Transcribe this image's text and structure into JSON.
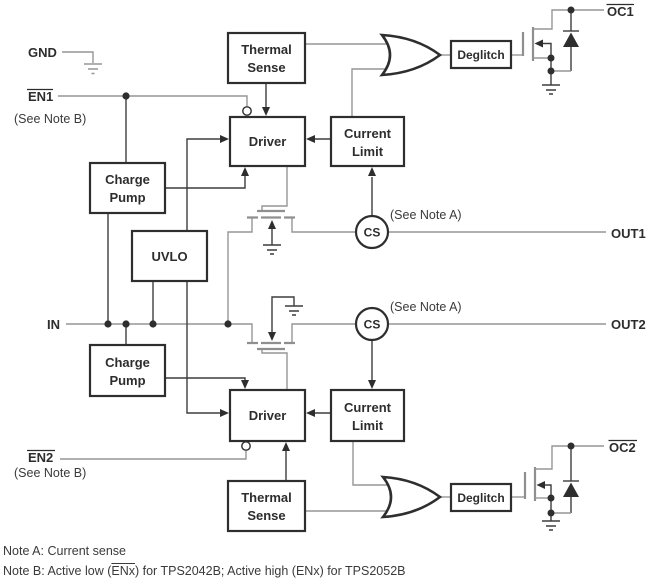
{
  "pins": {
    "gnd": "GND",
    "en1": "EN1",
    "en1_note": "(See Note B)",
    "in": "IN",
    "en2": "EN2",
    "en2_note": "(See Note B)",
    "oc1": "OC1",
    "out1": "OUT1",
    "out2": "OUT2",
    "oc2": "OC2"
  },
  "blocks": {
    "thermal_sense": {
      "line1": "Thermal",
      "line2": "Sense"
    },
    "charge_pump": {
      "line1": "Charge",
      "line2": "Pump"
    },
    "uvlo": "UVLO",
    "driver": "Driver",
    "current_limit": {
      "line1": "Current",
      "line2": "Limit"
    },
    "deglitch": "Deglitch",
    "current_sense": "CS"
  },
  "annotations": {
    "see_note_a": "(See Note A)"
  },
  "notes": {
    "note_a": "Note A: Current sense",
    "note_b_prefix": "Note B: Active low (",
    "note_b_overline": "ENx",
    "note_b_suffix": ") for TPS2042B; Active high (ENx) for TPS2052B"
  },
  "colors": {
    "background": "#ffffff",
    "wire": "#969696",
    "signal": "#3d3d3d",
    "border": "#2e2e2e",
    "text": "#2d2d2d"
  }
}
